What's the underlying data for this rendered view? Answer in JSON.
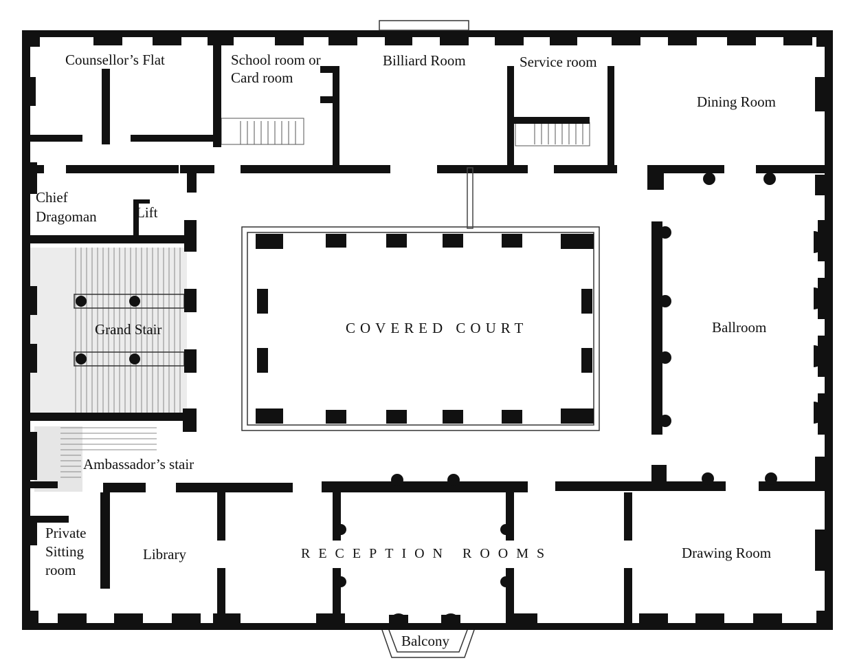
{
  "plan": {
    "rooms": {
      "counsellors_flat": "Counsellor’s Flat",
      "school_room_line1": "School room or",
      "school_room_line2": "Card room",
      "billiard_room": "Billiard Room",
      "service_room": "Service room",
      "dining_room": "Dining Room",
      "chief_dragoman_line1": "Chief",
      "chief_dragoman_line2": "Dragoman",
      "lift": "Lift",
      "grand_stair": "Grand Stair",
      "covered_court": "COVERED COURT",
      "ballroom": "Ballroom",
      "ambassadors_stair": "Ambassador’s stair",
      "private_sitting_line1": "Private",
      "private_sitting_line2": "Sitting",
      "private_sitting_line3": "room",
      "library": "Library",
      "reception_rooms": "RECEPTION ROOMS",
      "drawing_room": "Drawing Room",
      "balcony": "Balcony"
    },
    "colors": {
      "wall": "#111111",
      "background": "#ffffff",
      "stair_shade": "#e6e6e6"
    }
  }
}
